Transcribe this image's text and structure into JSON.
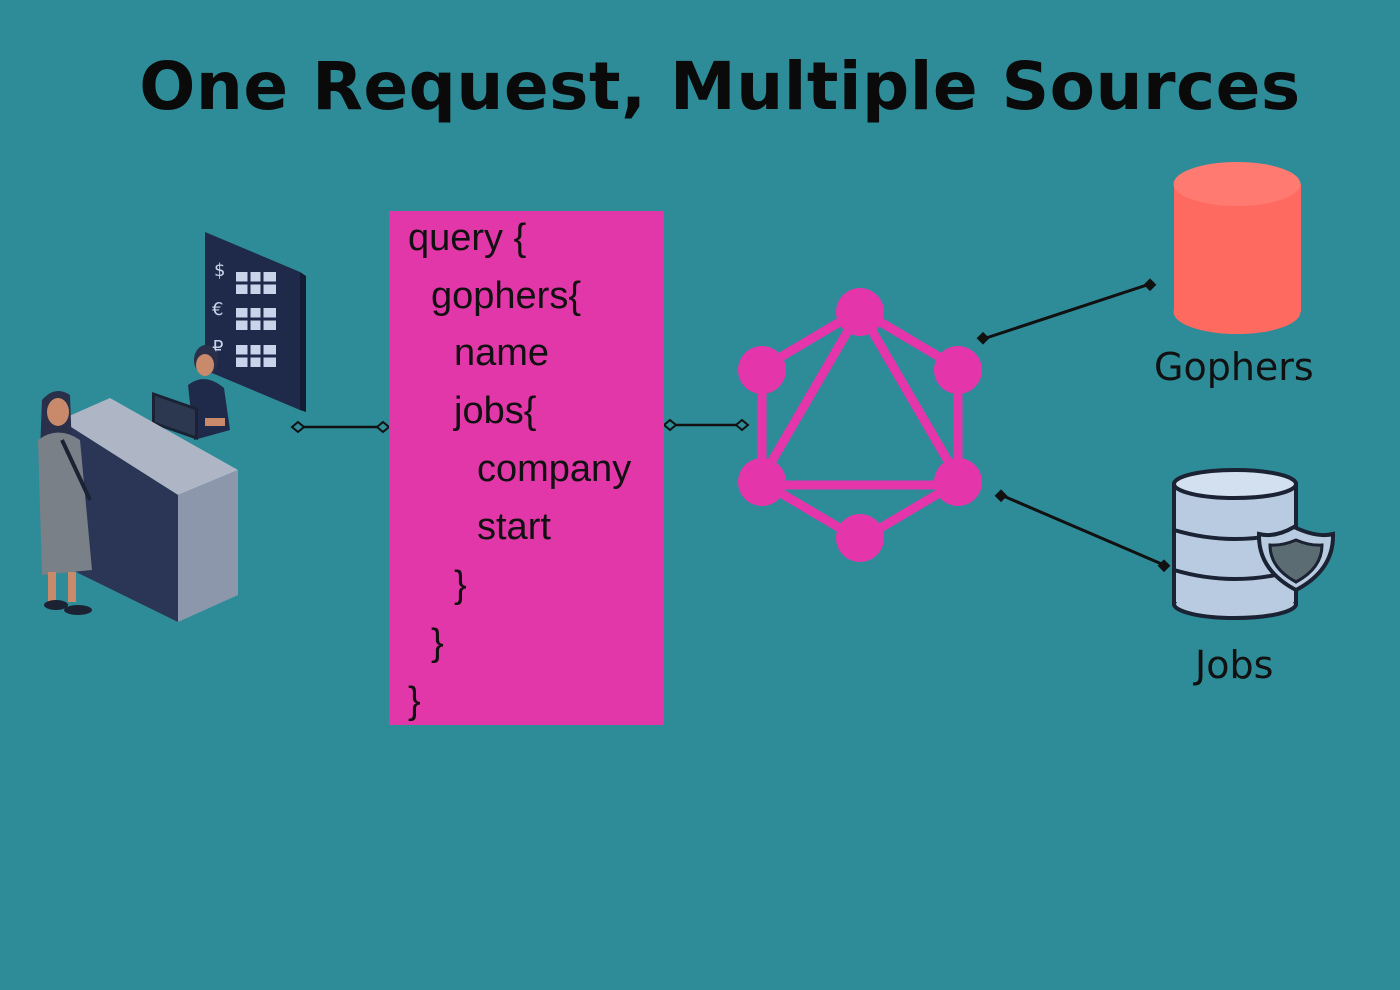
{
  "title": "One Request, Multiple Sources",
  "query_lines": [
    "query {",
    "gophers{",
    "name",
    "jobs{",
    "company",
    "start",
    "}",
    "}",
    "}"
  ],
  "datasources": [
    {
      "label": "Gophers",
      "icon": "database-cylinder-icon",
      "color": "#ff6a60"
    },
    {
      "label": "Jobs",
      "icon": "database-server-shield-icon",
      "color": "#b8cbe0"
    }
  ],
  "colors": {
    "background": "#2e8b98",
    "query_box": "#e137a8",
    "graphql_logo": "#e535ab",
    "connector": "#111111"
  }
}
